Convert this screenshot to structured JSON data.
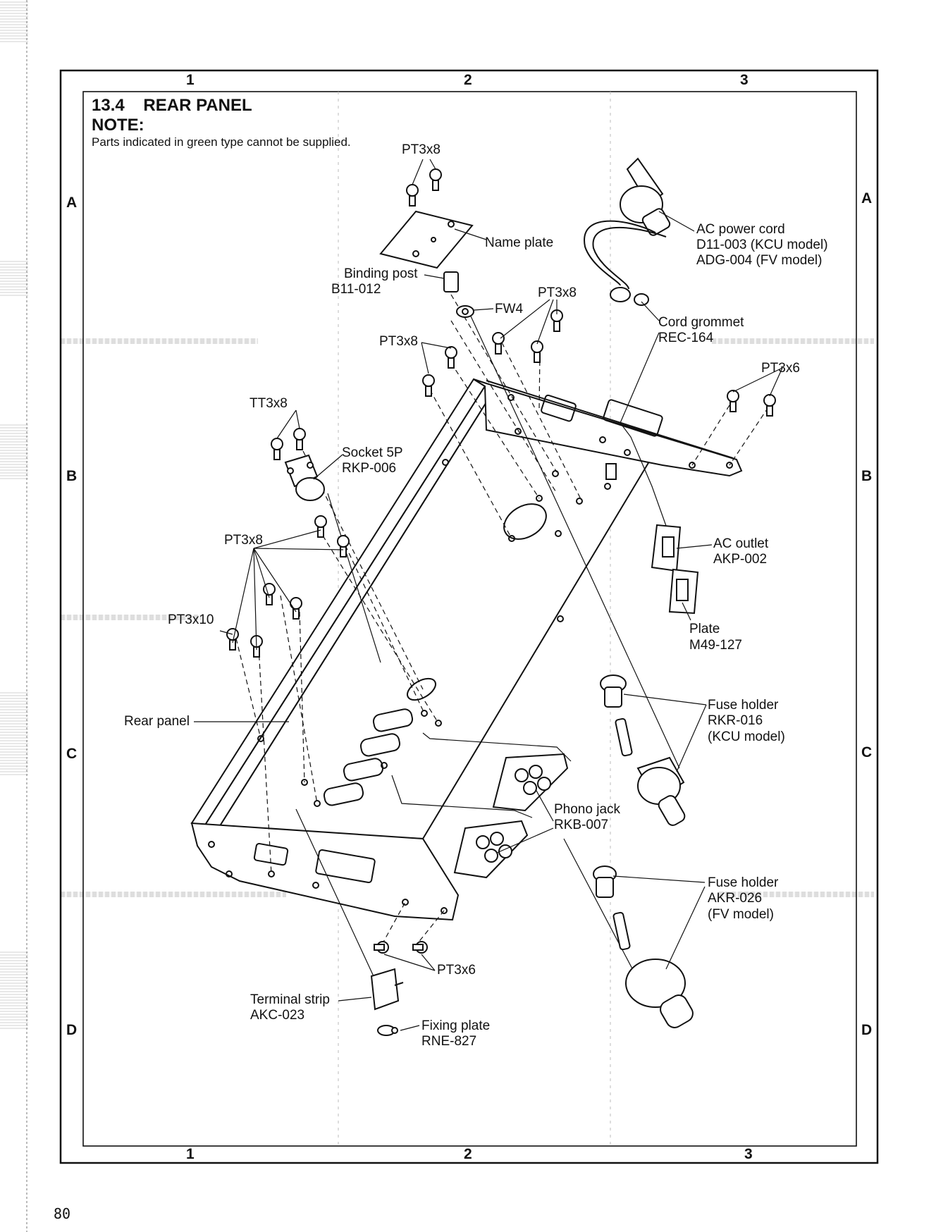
{
  "section": {
    "number": "13.4",
    "title": "REAR PANEL"
  },
  "note": {
    "heading": "NOTE:",
    "text": "Parts indicated in green type cannot be supplied."
  },
  "grid": {
    "columns": [
      "1",
      "2",
      "3"
    ],
    "rows": [
      "A",
      "B",
      "C",
      "D"
    ]
  },
  "labels": {
    "pt3x8_top": "PT3x8",
    "name_plate": "Name plate",
    "ac_cord_1": "AC power cord",
    "ac_cord_2": "D11-003 (KCU model)",
    "ac_cord_3": "ADG-004 (FV model)",
    "binding_post_1": "Binding post",
    "binding_post_2": "B11-012",
    "fw4": "FW4",
    "pt3x8_mid_right": "PT3x8",
    "cord_grommet_1": "Cord grommet",
    "cord_grommet_2": "REC-164",
    "pt3x8_mid_left": "PT3x8",
    "pt3x6_top": "PT3x6",
    "tt3x8": "TT3x8",
    "socket_1": "Socket 5P",
    "socket_2": "RKP-006",
    "pt3x8_left": "PT3x8",
    "ac_outlet_1": "AC outlet",
    "ac_outlet_2": "AKP-002",
    "pt3x10": "PT3x10",
    "plate_1": "Plate",
    "plate_2": "M49-127",
    "fuse_kcu_1": "Fuse holder",
    "fuse_kcu_2": "RKR-016",
    "fuse_kcu_3": "(KCU model)",
    "rear_panel": "Rear panel",
    "phono_1": "Phono jack",
    "phono_2": "RKB-007",
    "fuse_fv_1": "Fuse holder",
    "fuse_fv_2": "AKR-026",
    "fuse_fv_3": "(FV model)",
    "pt3x6_bottom": "PT3x6",
    "terminal_1": "Terminal strip",
    "terminal_2": "AKC-023",
    "fixing_1": "Fixing plate",
    "fixing_2": "RNE-827"
  },
  "page_number": "80"
}
